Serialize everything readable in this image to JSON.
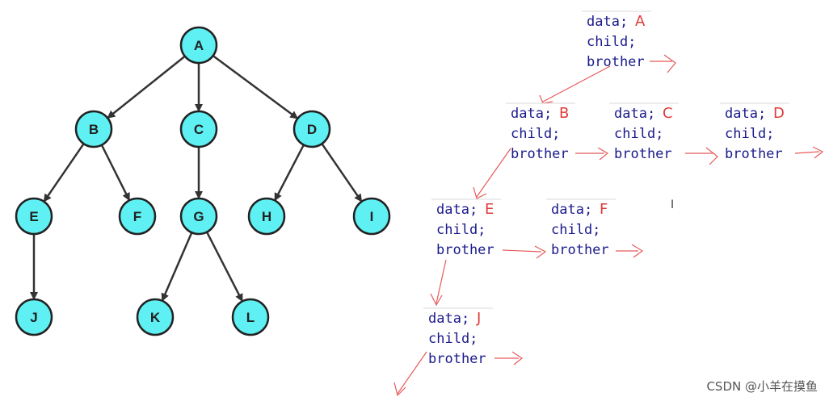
{
  "tree": {
    "nodes": [
      "A",
      "B",
      "C",
      "D",
      "E",
      "F",
      "G",
      "H",
      "I",
      "J",
      "K",
      "L"
    ],
    "edges": [
      [
        "A",
        "B"
      ],
      [
        "A",
        "C"
      ],
      [
        "A",
        "D"
      ],
      [
        "B",
        "E"
      ],
      [
        "B",
        "F"
      ],
      [
        "C",
        "G"
      ],
      [
        "D",
        "H"
      ],
      [
        "D",
        "I"
      ],
      [
        "E",
        "J"
      ],
      [
        "G",
        "K"
      ],
      [
        "G",
        "L"
      ]
    ],
    "node_color": "#5ff0f4"
  },
  "code_blocks": [
    {
      "node": "A",
      "line1": "data;",
      "letter": "A",
      "line2": "child;",
      "line3": "brother"
    },
    {
      "node": "B",
      "line1": "data;",
      "letter": "B",
      "line2": "child;",
      "line3": "brother"
    },
    {
      "node": "C",
      "line1": "data;",
      "letter": "C",
      "line2": "child;",
      "line3": "brother"
    },
    {
      "node": "D",
      "line1": "data;",
      "letter": "D",
      "line2": "child;",
      "line3": "brother"
    },
    {
      "node": "E",
      "line1": "data;",
      "letter": "E",
      "line2": "child;",
      "line3": "brother"
    },
    {
      "node": "F",
      "line1": "data;",
      "letter": "F",
      "line2": "child;",
      "line3": "brother"
    },
    {
      "node": "J",
      "line1": "data;",
      "letter": "J",
      "line2": "child;",
      "line3": "brother"
    }
  ],
  "accent_color": "#e03a3a",
  "code_color": "#1a1a8c",
  "cursor_glyph": "I",
  "watermark": "CSDN @小羊在摸鱼"
}
